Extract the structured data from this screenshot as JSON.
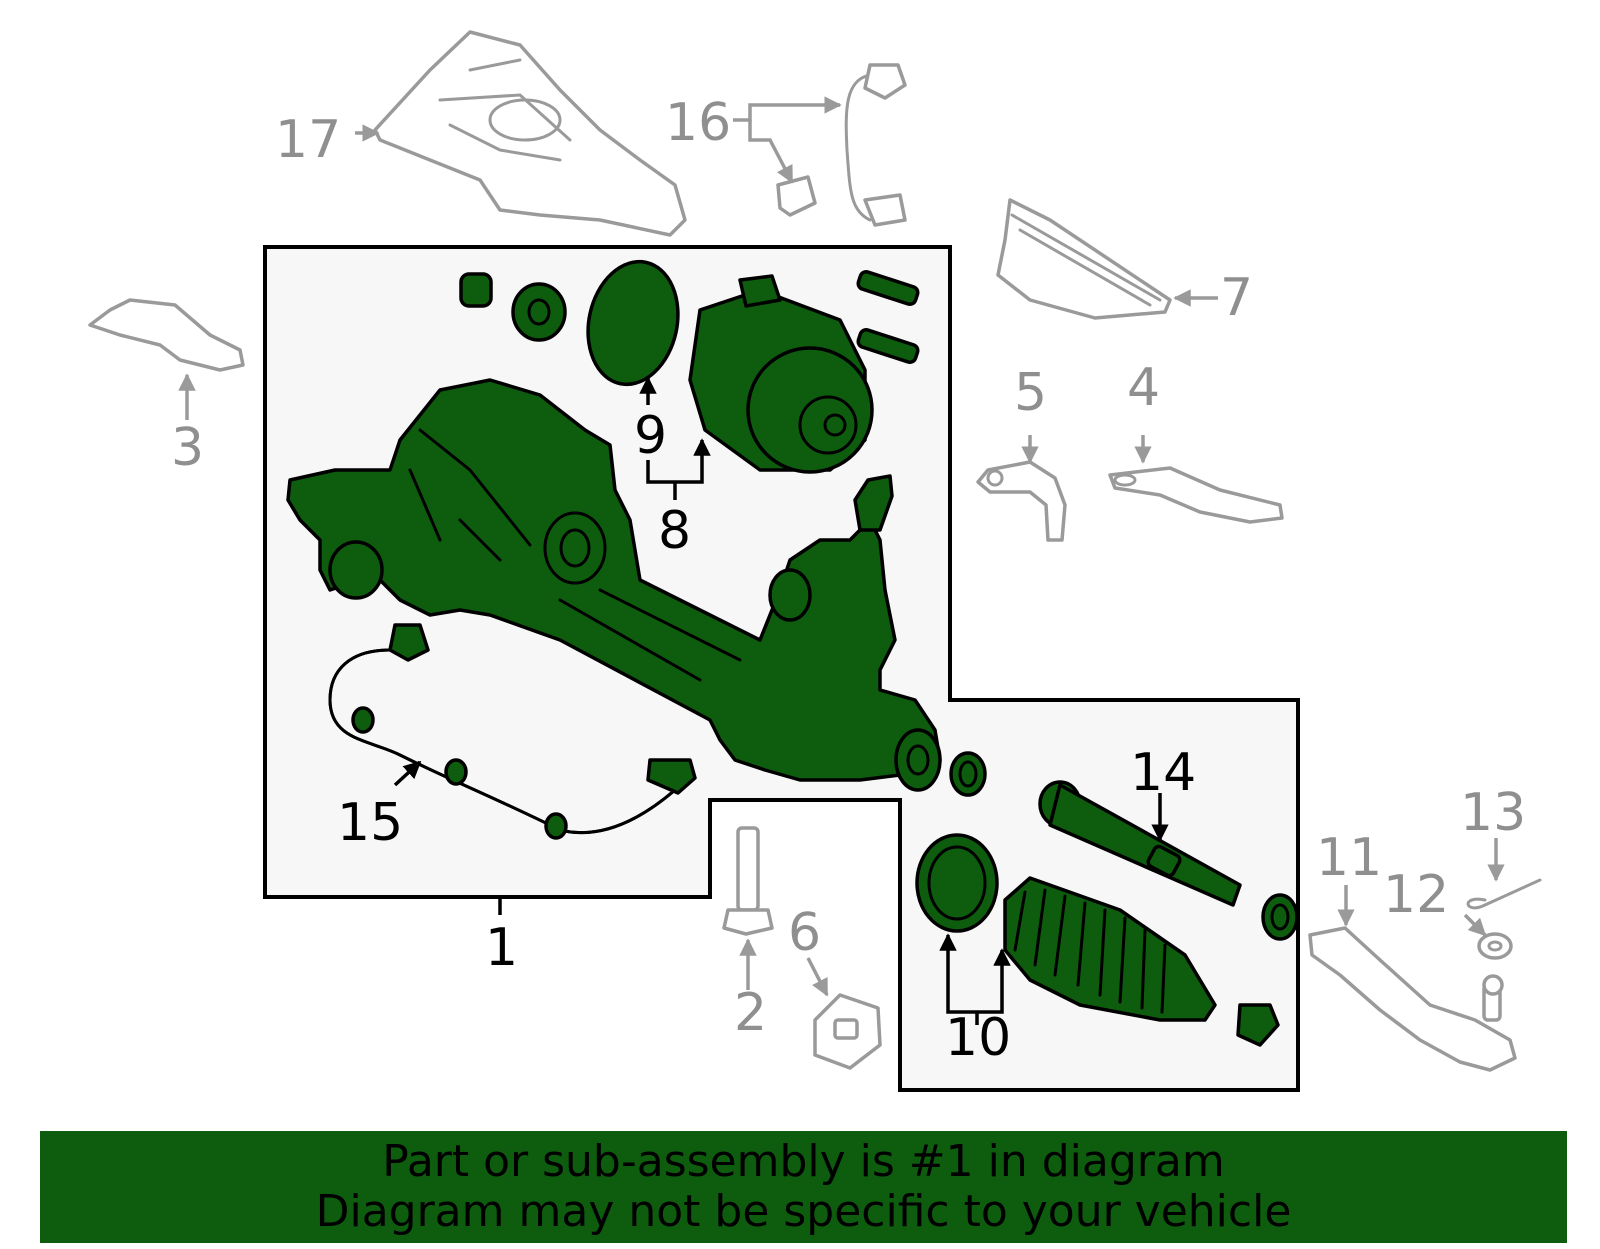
{
  "diagram": {
    "colors": {
      "highlight": "#0e5c0e",
      "outline": "#000000",
      "ghost": "#9a9a9a",
      "panel": "#f7f7f7"
    },
    "callouts": [
      {
        "id": "1",
        "label": "1",
        "style": "black"
      },
      {
        "id": "2",
        "label": "2",
        "style": "gray"
      },
      {
        "id": "3",
        "label": "3",
        "style": "gray"
      },
      {
        "id": "4",
        "label": "4",
        "style": "gray"
      },
      {
        "id": "5",
        "label": "5",
        "style": "gray"
      },
      {
        "id": "6",
        "label": "6",
        "style": "gray"
      },
      {
        "id": "7",
        "label": "7",
        "style": "gray"
      },
      {
        "id": "8",
        "label": "8",
        "style": "black"
      },
      {
        "id": "9",
        "label": "9",
        "style": "black"
      },
      {
        "id": "10",
        "label": "10",
        "style": "black"
      },
      {
        "id": "11",
        "label": "11",
        "style": "gray"
      },
      {
        "id": "12",
        "label": "12",
        "style": "gray"
      },
      {
        "id": "13",
        "label": "13",
        "style": "gray"
      },
      {
        "id": "14",
        "label": "14",
        "style": "black"
      },
      {
        "id": "15",
        "label": "15",
        "style": "black"
      },
      {
        "id": "16",
        "label": "16",
        "style": "gray"
      },
      {
        "id": "17",
        "label": "17",
        "style": "gray"
      }
    ]
  },
  "banner": {
    "line1": "Part or sub-assembly is #1 in diagram",
    "line2": "Diagram may not be specific to your vehicle"
  }
}
